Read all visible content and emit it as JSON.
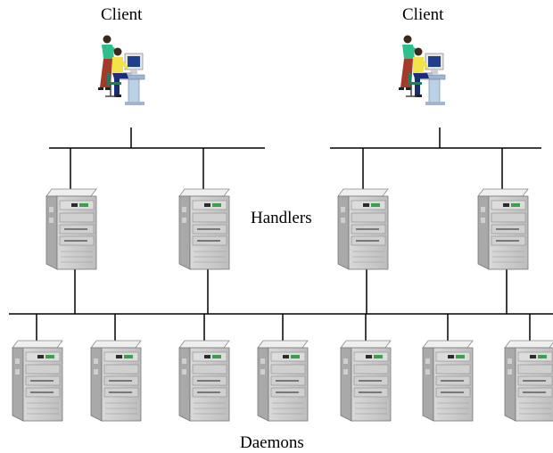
{
  "labels": {
    "client_left": "Client",
    "client_right": "Client",
    "handlers": "Handlers",
    "daemons": "Daemons"
  },
  "icons": {
    "client": "workstation-user-icon",
    "server": "tower-server-icon"
  },
  "colors": {
    "line": "#000000",
    "server_light": "#e6e6e6",
    "server_mid": "#c8c8c8",
    "server_dark": "#9a9a9a",
    "person_shirt_green": "#2fbf8f",
    "person_shirt_yellow": "#f2e24a",
    "person_pants_navy": "#1c2c7a",
    "person_pants_red": "#a33a2a",
    "desk_blue": "#bcd0e6"
  },
  "diagram": {
    "clients": 2,
    "handlers": 4,
    "daemons": 7
  }
}
